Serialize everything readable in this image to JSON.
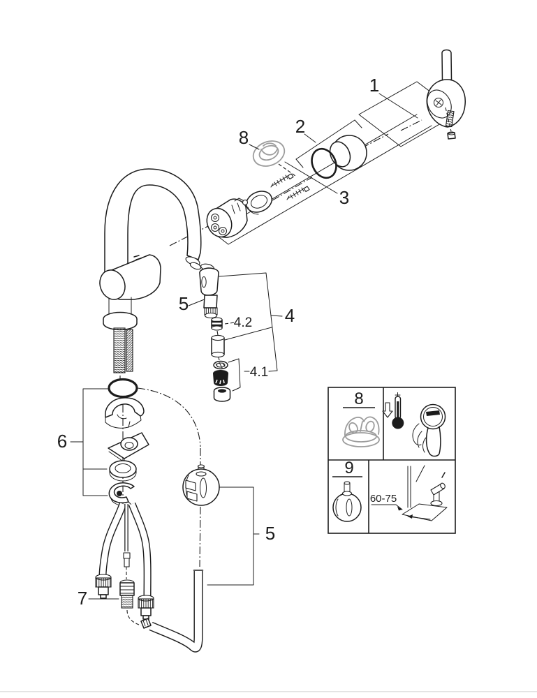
{
  "page": {
    "background": "#ffffff",
    "ink_color": "#1c1c1c",
    "grey_part_color": "#9c9c9c",
    "footer_rule_color": "#e2e2e2"
  },
  "callouts": {
    "n1": "1",
    "n2": "2",
    "n3": "3",
    "n4": "4",
    "n4_1": "4.1",
    "n4_2": "4.2",
    "n5_spray": "5",
    "n5_hose": "5",
    "n6": "6",
    "n7": "7",
    "n8": "8"
  },
  "insets": {
    "box8": {
      "label": "8",
      "icons": [
        "temperature-limiter",
        "thermometer-with-down-arrow",
        "hand-on-lever"
      ]
    },
    "box9": {
      "label": "9",
      "icons": [
        "hose-weight",
        "under-sink-installation"
      ],
      "measurement": "60-75"
    }
  }
}
